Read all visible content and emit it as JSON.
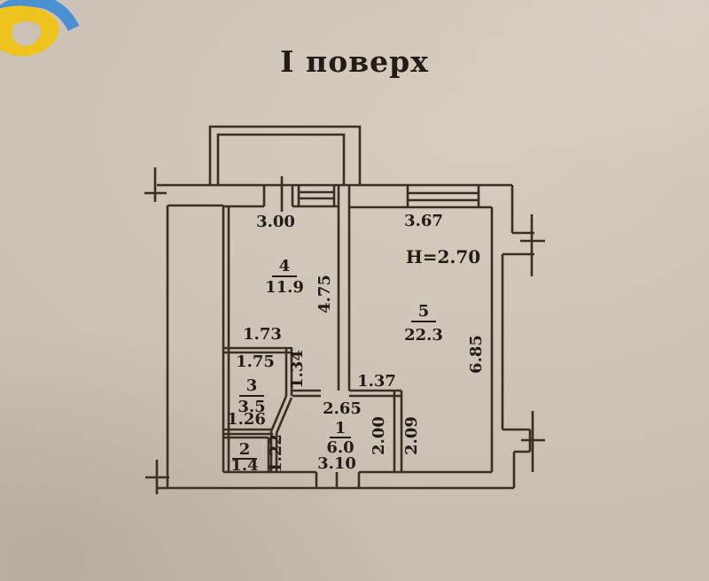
{
  "title": "І поверх",
  "plan": {
    "height_note": "Н=2.70",
    "rooms": {
      "room1": {
        "number": "1",
        "area": "6.0"
      },
      "room2": {
        "number": "2",
        "area": "1.4"
      },
      "room3": {
        "number": "3",
        "area": "3.5"
      },
      "room4": {
        "number": "4",
        "area": "11.9"
      },
      "room5": {
        "number": "5",
        "area": "22.3"
      }
    },
    "dims": {
      "w4": "3.00",
      "w5": "3.67",
      "h4": "4.75",
      "h5": "6.85",
      "d173": "1.73",
      "d175": "1.75",
      "d126": "1.26",
      "d134": "1.34",
      "d122": "1.22",
      "d137": "1.37",
      "d265": "2.65",
      "d200": "2.00",
      "d209": "2.09",
      "d310": "3.10"
    }
  },
  "logo": {
    "name": "agency-logo",
    "blue": "#4b90d2",
    "yellow": "#eec31e"
  },
  "colors": {
    "paper": "#ccc2b6",
    "ink": "#3a2e24"
  }
}
